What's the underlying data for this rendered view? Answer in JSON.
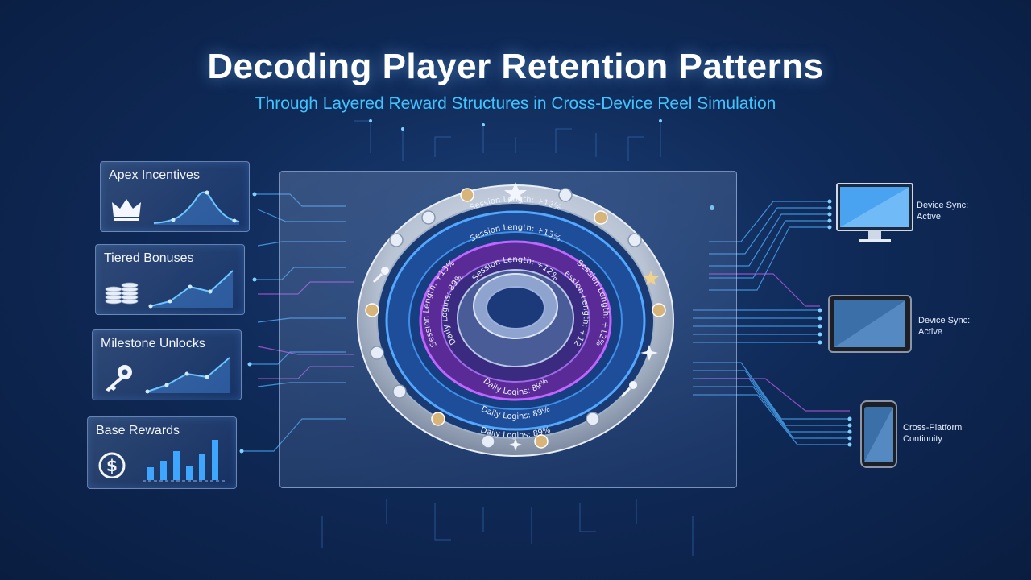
{
  "header": {
    "title": "Decoding Player Retention Patterns",
    "subtitle": "Through Layered Reward Structures in Cross-Device Reel Simulation"
  },
  "tiers": [
    {
      "label": "Apex Incentives",
      "icon": "crown-icon"
    },
    {
      "label": "Tiered Bonuses",
      "icon": "coin-stack-icon"
    },
    {
      "label": "Milestone Unlocks",
      "icon": "key-icon"
    },
    {
      "label": "Base Rewards",
      "icon": "dollar-coin-icon"
    }
  ],
  "rings": {
    "outer": {
      "top": "Session Length: +12%",
      "bottom": "Daily Logins: 89%"
    },
    "middle": {
      "top": "Session Length: +13%",
      "left": "Session Length: +13%",
      "right": "Session Length: +12%",
      "bottom": "Daily Logins: 89%",
      "bottom_right": "Daily Logins: 89%"
    },
    "inner": {
      "top": "Session Length: +12%",
      "left": "Daily Logins: 89%",
      "right": "Session Length: +12%",
      "bottom": "Daily Logins: 89%",
      "bottom_left": "Daily Logins: 89%"
    }
  },
  "devices": [
    {
      "label_line1": "Device Sync:",
      "label_line2": "Active",
      "icon": "desktop-monitor-icon"
    },
    {
      "label_line1": "Device Sync:",
      "label_line2": "Active",
      "icon": "tablet-icon"
    },
    {
      "label_line1": "Cross-Platform",
      "label_line2": "Continuity",
      "icon": "smartphone-icon"
    }
  ],
  "colors": {
    "accent": "#3fc4ff",
    "ring_blue": "#2e7de0",
    "ring_purple": "#a64bd6",
    "metal": "#c9d3e2"
  }
}
